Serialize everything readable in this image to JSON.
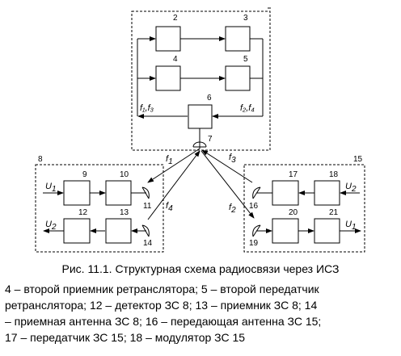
{
  "diagram": {
    "boxes": {
      "b2": "2",
      "b3": "3",
      "b4": "4",
      "b5": "5",
      "b6": "6",
      "b9": "9",
      "b10": "10",
      "b12": "12",
      "b13": "13",
      "b17": "17",
      "b18": "18",
      "b20": "20",
      "b21": "21"
    },
    "antennas": {
      "a7": "7",
      "a11": "11",
      "a14": "14",
      "a16": "16",
      "a19": "19"
    },
    "regions": {
      "r8": "8",
      "r15": "15"
    },
    "frequencies": {
      "f1": "f",
      "f1_sub": "1",
      "f3": "f",
      "f3_sub": "3",
      "f4": "f",
      "f4_sub": "4",
      "f2": "f",
      "f2_sub": "2",
      "f_left": "f₁,f₃",
      "f_right": "f₂,f₄"
    },
    "signals": {
      "u1_in": "U",
      "u1_in_sub": "1",
      "u2_out": "U",
      "u2_out_sub": "2",
      "u2_in": "U",
      "u2_in_sub": "2",
      "u1_out": "U",
      "u1_out_sub": "1"
    }
  },
  "caption": "Рис. 11.1. Структурная схема радиосвязи через ИСЗ",
  "legend": [
    "4 – второй приемник ретранслятора; 5 – второй передатчик",
    "ретранслятора; 12 – детектор ЗС 8; 13 – приемник ЗС 8; 14",
    "– приемная антенна ЗС 8; 16 – передающая антенна ЗС 15;",
    "17 – передатчик ЗС 15; 18 – модулятор ЗС 15"
  ]
}
